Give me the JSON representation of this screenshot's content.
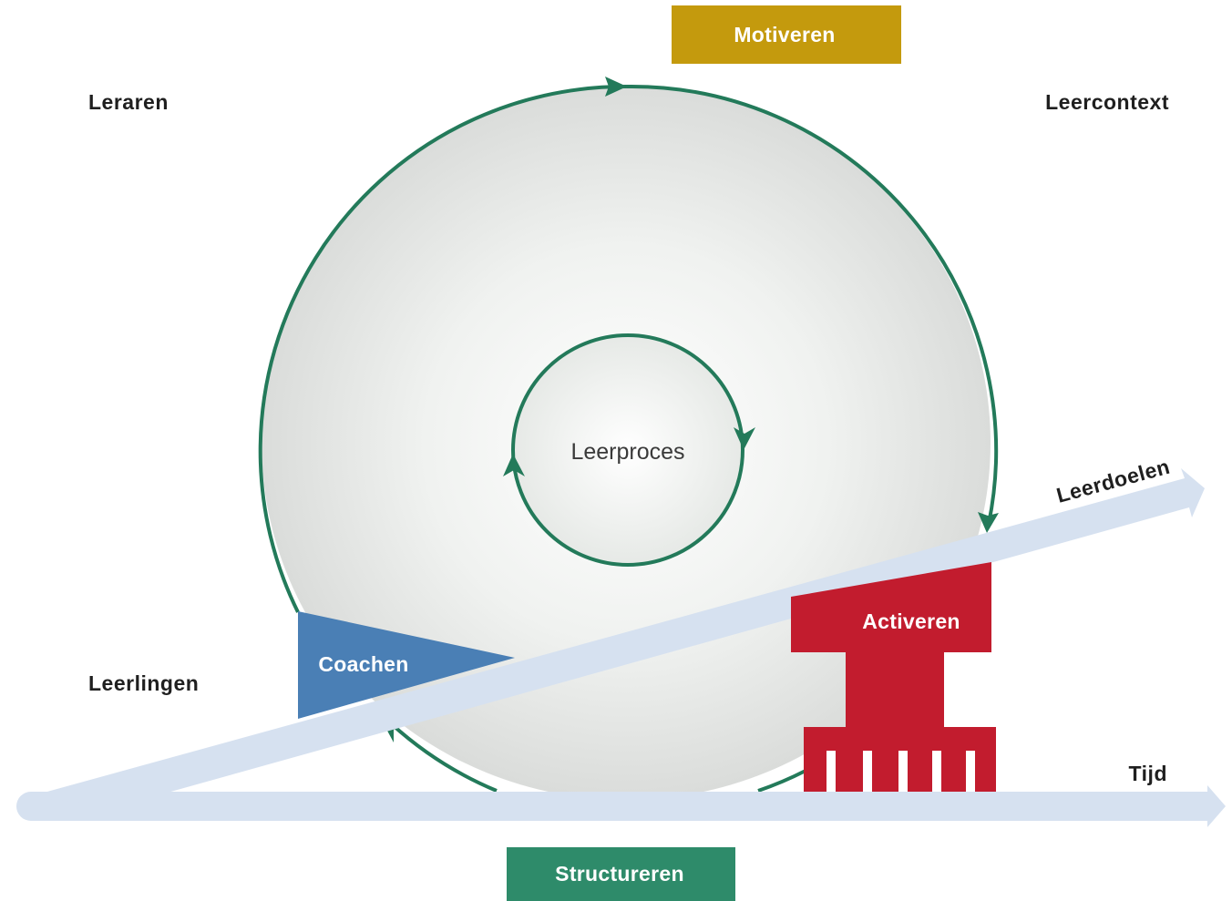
{
  "labels": {
    "motiveren": "Motiveren",
    "leraren": "Leraren",
    "leercontext": "Leercontext",
    "leerproces": "Leerproces",
    "leerdoelen": "Leerdoelen",
    "coachen": "Coachen",
    "activeren": "Activeren",
    "leerlingen": "Leerlingen",
    "tijd": "Tijd",
    "structureren": "Structureren"
  },
  "colors": {
    "motiveren": "#c49a0d",
    "coachen": "#4a7fb5",
    "activeren": "#c21c2e",
    "structureren": "#2e8b6a",
    "cycle_arrow": "#237a5a",
    "axis": "#d6e1f0",
    "disc_center": "#ffffff",
    "disc_edge": "#d9dcd9"
  }
}
